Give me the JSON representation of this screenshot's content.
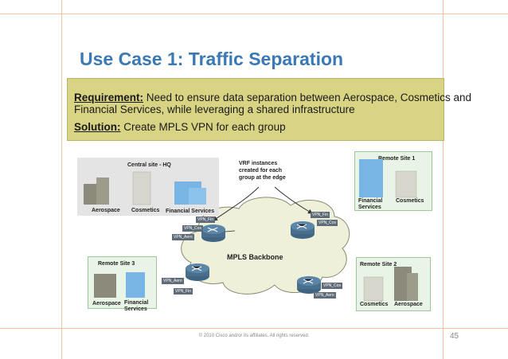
{
  "slide": {
    "title": "Use Case 1: Traffic Separation",
    "page_number": "45",
    "footer": "© 2010 Cisco and/or its affiliates. All rights reserved."
  },
  "requirement": {
    "req_label": "Requirement:",
    "req_text_line1": " Need to ensure data separation between Aerospace, Cosmetics and",
    "req_text_line2": "Financial Services, while leveraging a shared infrastructure",
    "sol_label": "Solution:",
    "sol_text": " Create MPLS VPN for each group"
  },
  "diagram": {
    "central_site": {
      "title": "Central site - HQ",
      "aerospace": "Aerospace",
      "cosmetics": "Cosmetics",
      "financial": "Financial Services"
    },
    "vrf_note": {
      "line1": "VRF instances",
      "line2": "created for each",
      "line3": "group at the edge"
    },
    "remote1": {
      "title": "Remote Site 1",
      "financial_l1": "Financial",
      "financial_l2": "Services",
      "cosmetics": "Cosmetics"
    },
    "remote2": {
      "title": "Remote Site 2",
      "cosmetics": "Cosmetics",
      "aerospace": "Aerospace"
    },
    "remote3": {
      "title": "Remote Site 3",
      "aerospace": "Aerospace",
      "financial_l1": "Financial",
      "financial_l2": "Services"
    },
    "backbone": "MPLS Backbone",
    "vpn_fin": "VPN_Fin",
    "vpn_cos": "VPN_Cos",
    "vpn_aero": "VPN_Aero"
  },
  "colors": {
    "title": "#3a79b4",
    "requirement_box": "#d8d483",
    "site_box": "#e8f4e5",
    "cloud": "#eef0d9",
    "router": "#4a6f8c",
    "aerospace_building": "#8c8a7a",
    "cosmetics_building": "#d7d6cc",
    "financial_building": "#78b5e4"
  }
}
